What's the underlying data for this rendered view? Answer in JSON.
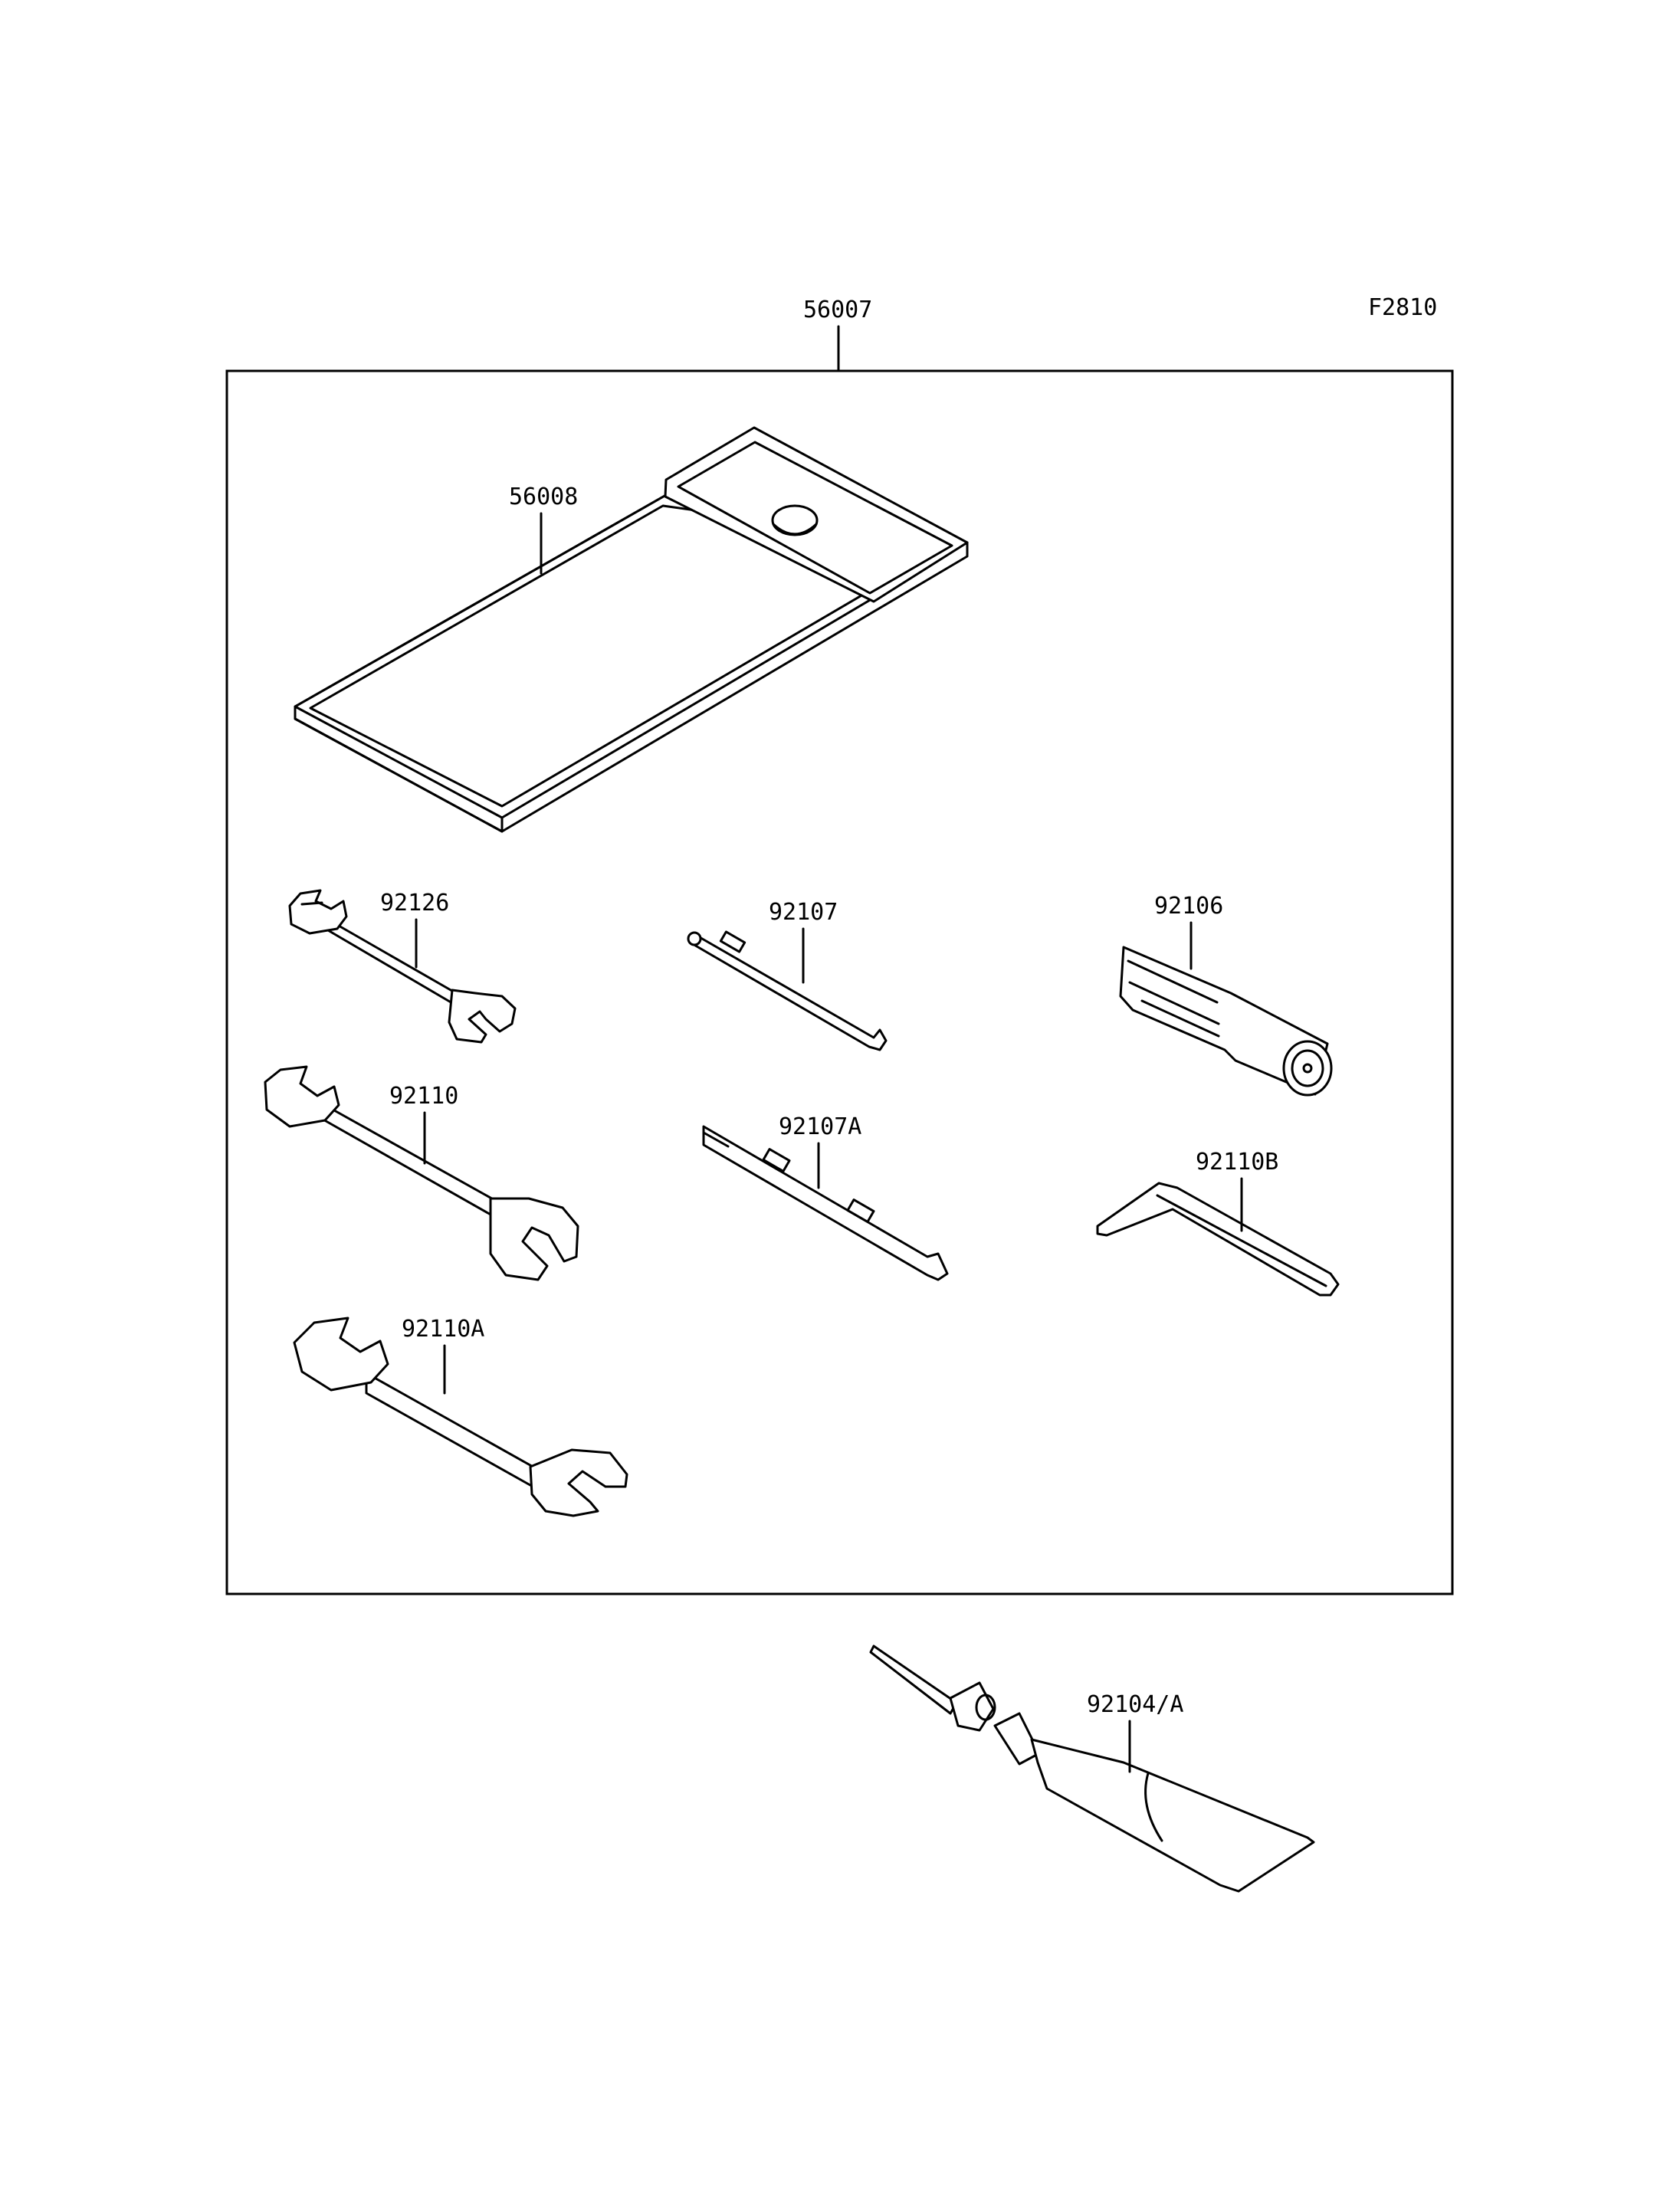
{
  "figure_code": "F2810",
  "parts": {
    "kit": "56007",
    "pouch": "56008",
    "wrench_small": "92126",
    "wrench_medium": "92110",
    "wrench_large": "92110A",
    "bit_phillips": "92107",
    "bit_double": "92107A",
    "handle": "92106",
    "hex_key": "92110B",
    "grease_tube": "92104/A"
  },
  "colors": {
    "line": "#000000",
    "background": "#ffffff"
  }
}
